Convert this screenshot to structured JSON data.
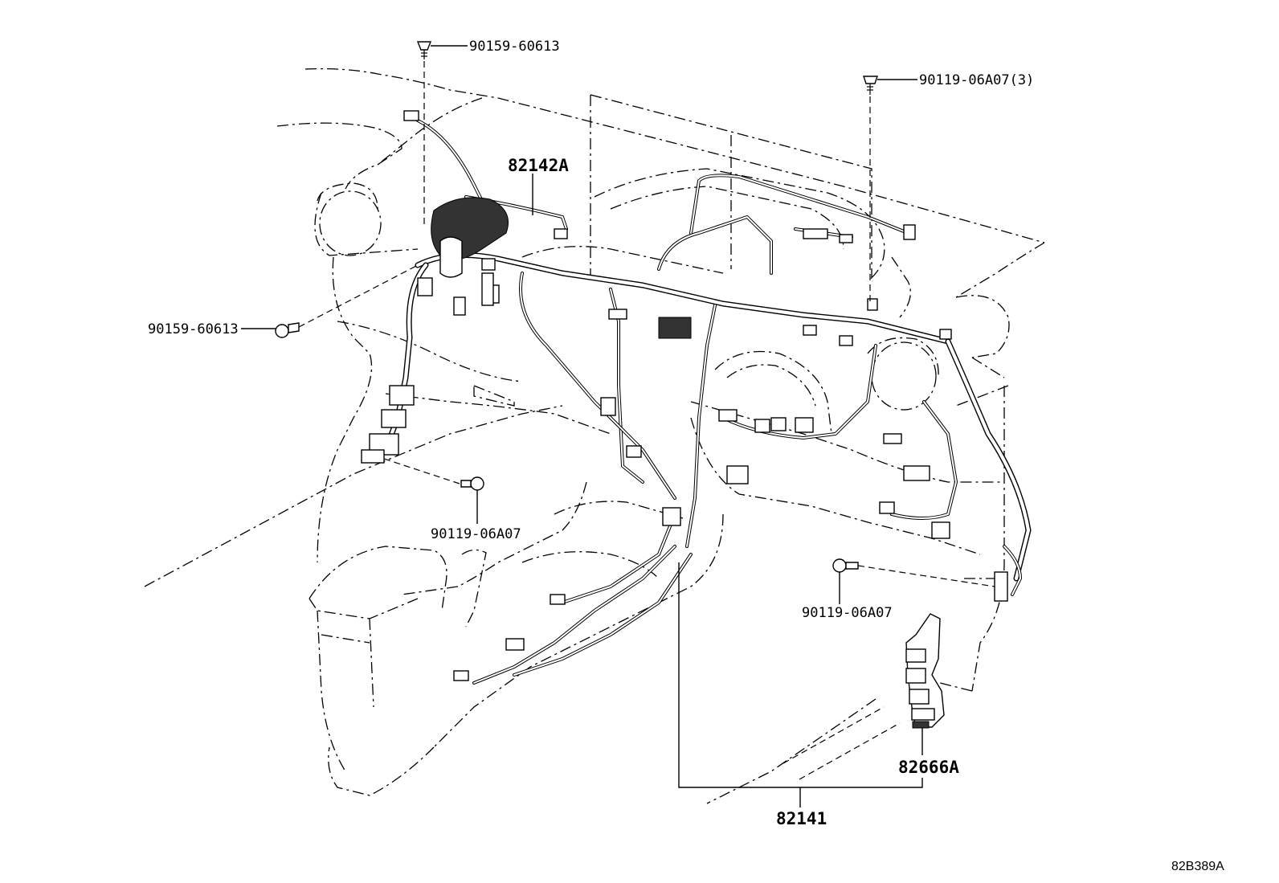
{
  "callouts": {
    "bolt_top": "90159-60613",
    "bolt_top_right": "90119-06A07(3)",
    "harness_upper": "82142A",
    "bolt_left": "90159-60613",
    "bolt_lower_left": "90119-06A07",
    "bolt_lower_right": "90119-06A07",
    "bracket": "82666A",
    "harness_main": "82141"
  },
  "illustration_code": "82B389A"
}
